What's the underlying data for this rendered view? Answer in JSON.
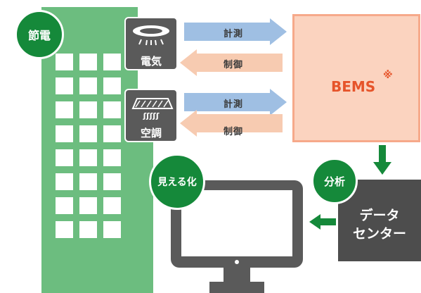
{
  "badges": {
    "setsuden": "節電",
    "mieruka": "見える化",
    "bunseki": "分析"
  },
  "devices": {
    "lighting_label": "電気",
    "aircon_label": "空調",
    "aircon_glyph": "ʃʃʃʃʃ"
  },
  "arrows": {
    "lighting_measure": "計測",
    "lighting_control": "制御",
    "aircon_measure": "計測",
    "aircon_control": "制御"
  },
  "bems": {
    "label": "BEMS",
    "mark": "※"
  },
  "datacenter": {
    "line1": "データ",
    "line2": "センター"
  },
  "colors": {
    "building": "#6cbd7f",
    "badge": "#15893a",
    "measure_arrow": "#9fbfe3",
    "control_arrow": "#f7cbb1",
    "bems_fill": "#fbd3bf",
    "bems_text": "#e6542a",
    "dark": "#4d4d4d"
  }
}
